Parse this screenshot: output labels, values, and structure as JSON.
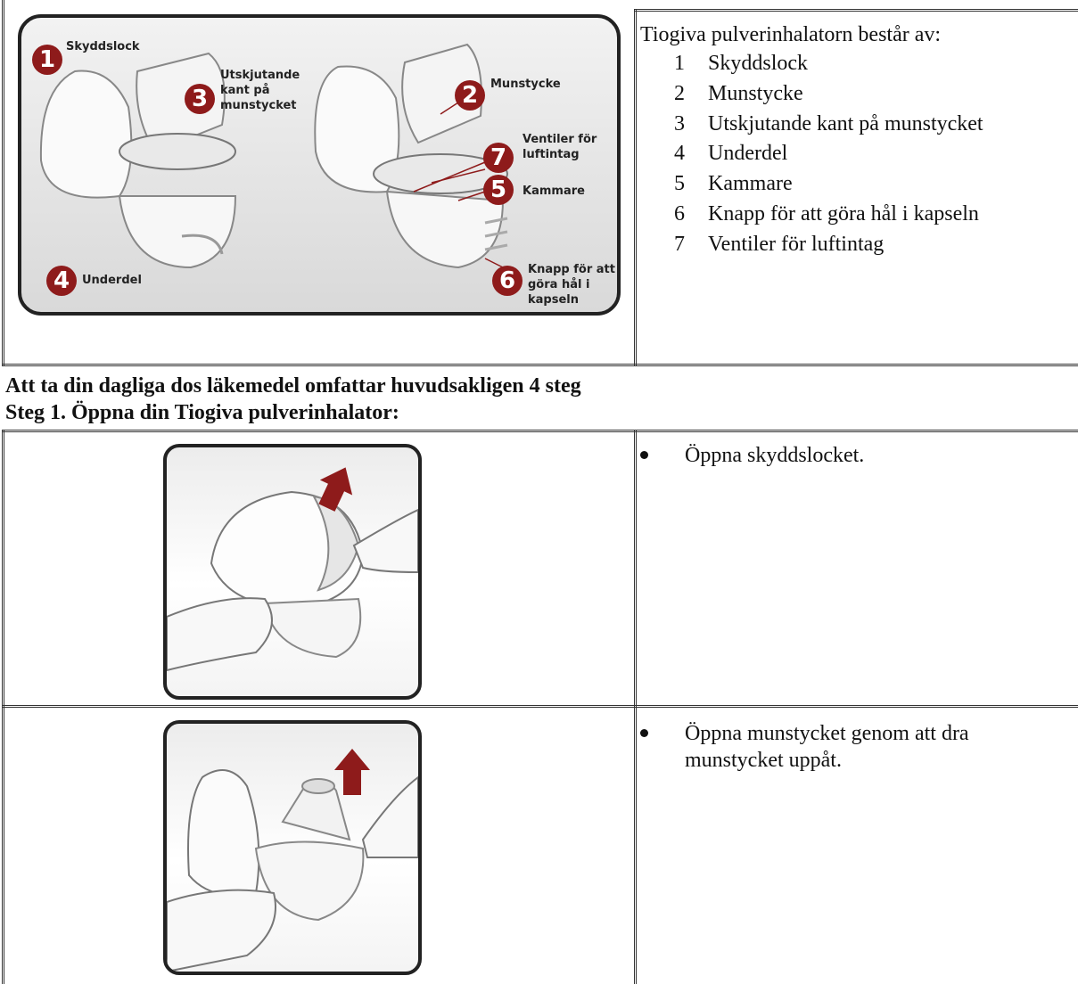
{
  "diagram": {
    "callouts": [
      {
        "number": "1",
        "label": "Skyddslock"
      },
      {
        "number": "3",
        "label": "Utskjutande kant på munstycket"
      },
      {
        "number": "2",
        "label": "Munstycke"
      },
      {
        "number": "7",
        "label": "Ventiler för luftintag"
      },
      {
        "number": "5",
        "label": "Kammare"
      },
      {
        "number": "4",
        "label": "Underdel"
      },
      {
        "number": "6",
        "label": "Knapp för att göra hål i kapseln"
      }
    ]
  },
  "intro": {
    "title": "Tiogiva pulverinhalatorn består av:",
    "parts": [
      {
        "num": "1",
        "label": "Skyddslock"
      },
      {
        "num": "2",
        "label": "Munstycke"
      },
      {
        "num": "3",
        "label": "Utskjutande kant på munstycket"
      },
      {
        "num": "4",
        "label": "Underdel"
      },
      {
        "num": "5",
        "label": "Kammare"
      },
      {
        "num": "6",
        "label": "Knapp för att göra hål i kapseln"
      },
      {
        "num": "7",
        "label": "Ventiler för luftintag"
      }
    ]
  },
  "headings": {
    "main": "Att ta din dagliga dos läkemedel omfattar huvudsakligen 4 steg",
    "step1": "Steg 1. Öppna din Tiogiva pulverinhalator:"
  },
  "steps": [
    {
      "text": "Öppna skyddslocket."
    },
    {
      "text": "Öppna munstycket genom att dra munstycket uppåt."
    }
  ],
  "colors": {
    "badge": "#8e1b1b",
    "arrow": "#8e1b1b"
  }
}
